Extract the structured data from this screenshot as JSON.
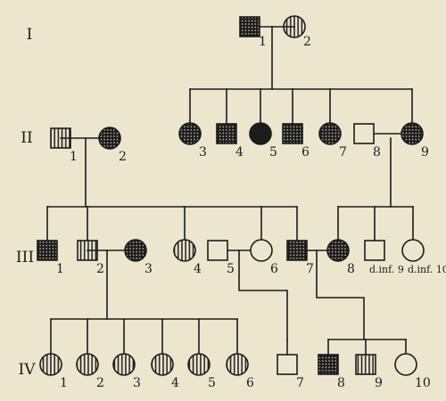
{
  "colors": {
    "background": "#ece6cf",
    "ink": "#1c1c1c"
  },
  "generations": [
    {
      "label": "I"
    },
    {
      "label": "II"
    },
    {
      "label": "III"
    },
    {
      "label": "IV"
    }
  ],
  "individuals": [
    {
      "id": "I-1",
      "gen": 0,
      "sex": "male",
      "fill": "grid",
      "label": "1"
    },
    {
      "id": "I-2",
      "gen": 0,
      "sex": "female",
      "fill": "stripes",
      "label": "2"
    },
    {
      "id": "II-1",
      "gen": 1,
      "sex": "male",
      "fill": "stripes",
      "label": "1"
    },
    {
      "id": "II-2",
      "gen": 1,
      "sex": "female",
      "fill": "grid",
      "label": "2"
    },
    {
      "id": "II-3",
      "gen": 1,
      "sex": "female",
      "fill": "grid",
      "label": "3"
    },
    {
      "id": "II-4",
      "gen": 1,
      "sex": "male",
      "fill": "grid",
      "label": "4"
    },
    {
      "id": "II-5",
      "gen": 1,
      "sex": "female",
      "fill": "solid",
      "label": "5"
    },
    {
      "id": "II-6",
      "gen": 1,
      "sex": "male",
      "fill": "grid",
      "label": "6"
    },
    {
      "id": "II-7",
      "gen": 1,
      "sex": "female",
      "fill": "grid",
      "label": "7"
    },
    {
      "id": "II-8",
      "gen": 1,
      "sex": "male",
      "fill": "none",
      "label": "8"
    },
    {
      "id": "II-9",
      "gen": 1,
      "sex": "female",
      "fill": "grid",
      "label": "9"
    },
    {
      "id": "III-1",
      "gen": 2,
      "sex": "male",
      "fill": "grid",
      "label": "1"
    },
    {
      "id": "III-2",
      "gen": 2,
      "sex": "male",
      "fill": "stripes",
      "label": "2"
    },
    {
      "id": "III-3",
      "gen": 2,
      "sex": "female",
      "fill": "grid",
      "label": "3"
    },
    {
      "id": "III-4",
      "gen": 2,
      "sex": "female",
      "fill": "stripes",
      "label": "4"
    },
    {
      "id": "III-5",
      "gen": 2,
      "sex": "male",
      "fill": "none",
      "label": "5"
    },
    {
      "id": "III-6",
      "gen": 2,
      "sex": "female",
      "fill": "none",
      "label": "6"
    },
    {
      "id": "III-7",
      "gen": 2,
      "sex": "male",
      "fill": "grid",
      "label": "7"
    },
    {
      "id": "III-8",
      "gen": 2,
      "sex": "female",
      "fill": "grid",
      "label": "8"
    },
    {
      "id": "III-9",
      "gen": 2,
      "sex": "male",
      "fill": "none",
      "label": "d.inf. 9"
    },
    {
      "id": "III-10",
      "gen": 2,
      "sex": "female",
      "fill": "none",
      "label": "d.inf. 10"
    },
    {
      "id": "IV-1",
      "gen": 3,
      "sex": "female",
      "fill": "stripes",
      "label": "1"
    },
    {
      "id": "IV-2",
      "gen": 3,
      "sex": "female",
      "fill": "stripes",
      "label": "2"
    },
    {
      "id": "IV-3",
      "gen": 3,
      "sex": "female",
      "fill": "stripes",
      "label": "3"
    },
    {
      "id": "IV-4",
      "gen": 3,
      "sex": "female",
      "fill": "stripes",
      "label": "4"
    },
    {
      "id": "IV-5",
      "gen": 3,
      "sex": "female",
      "fill": "stripes",
      "label": "5"
    },
    {
      "id": "IV-6",
      "gen": 3,
      "sex": "female",
      "fill": "stripes",
      "label": "6"
    },
    {
      "id": "IV-7",
      "gen": 3,
      "sex": "male",
      "fill": "none",
      "label": "7"
    },
    {
      "id": "IV-8",
      "gen": 3,
      "sex": "male",
      "fill": "grid",
      "label": "8"
    },
    {
      "id": "IV-9",
      "gen": 3,
      "sex": "male",
      "fill": "stripes",
      "label": "9"
    },
    {
      "id": "IV-10",
      "gen": 3,
      "sex": "female",
      "fill": "none",
      "label": "10"
    }
  ],
  "marriages": [
    {
      "partners": [
        "I-1",
        "I-2"
      ],
      "children": [
        "II-3",
        "II-4",
        "II-5",
        "II-6",
        "II-7",
        "II-9"
      ]
    },
    {
      "partners": [
        "II-1",
        "II-2"
      ],
      "children": [
        "III-1",
        "III-2",
        "III-4",
        "III-6",
        "III-7"
      ]
    },
    {
      "partners": [
        "II-8",
        "II-9"
      ],
      "children": [
        "III-8",
        "III-9",
        "III-10"
      ]
    },
    {
      "partners": [
        "III-2",
        "III-3"
      ],
      "children": [
        "IV-1",
        "IV-2",
        "IV-3",
        "IV-4",
        "IV-5",
        "IV-6"
      ]
    },
    {
      "partners": [
        "III-5",
        "III-6"
      ],
      "children": [
        "IV-7"
      ]
    },
    {
      "partners": [
        "III-7",
        "III-8"
      ],
      "children": [
        "IV-8",
        "IV-9",
        "IV-10"
      ]
    }
  ]
}
